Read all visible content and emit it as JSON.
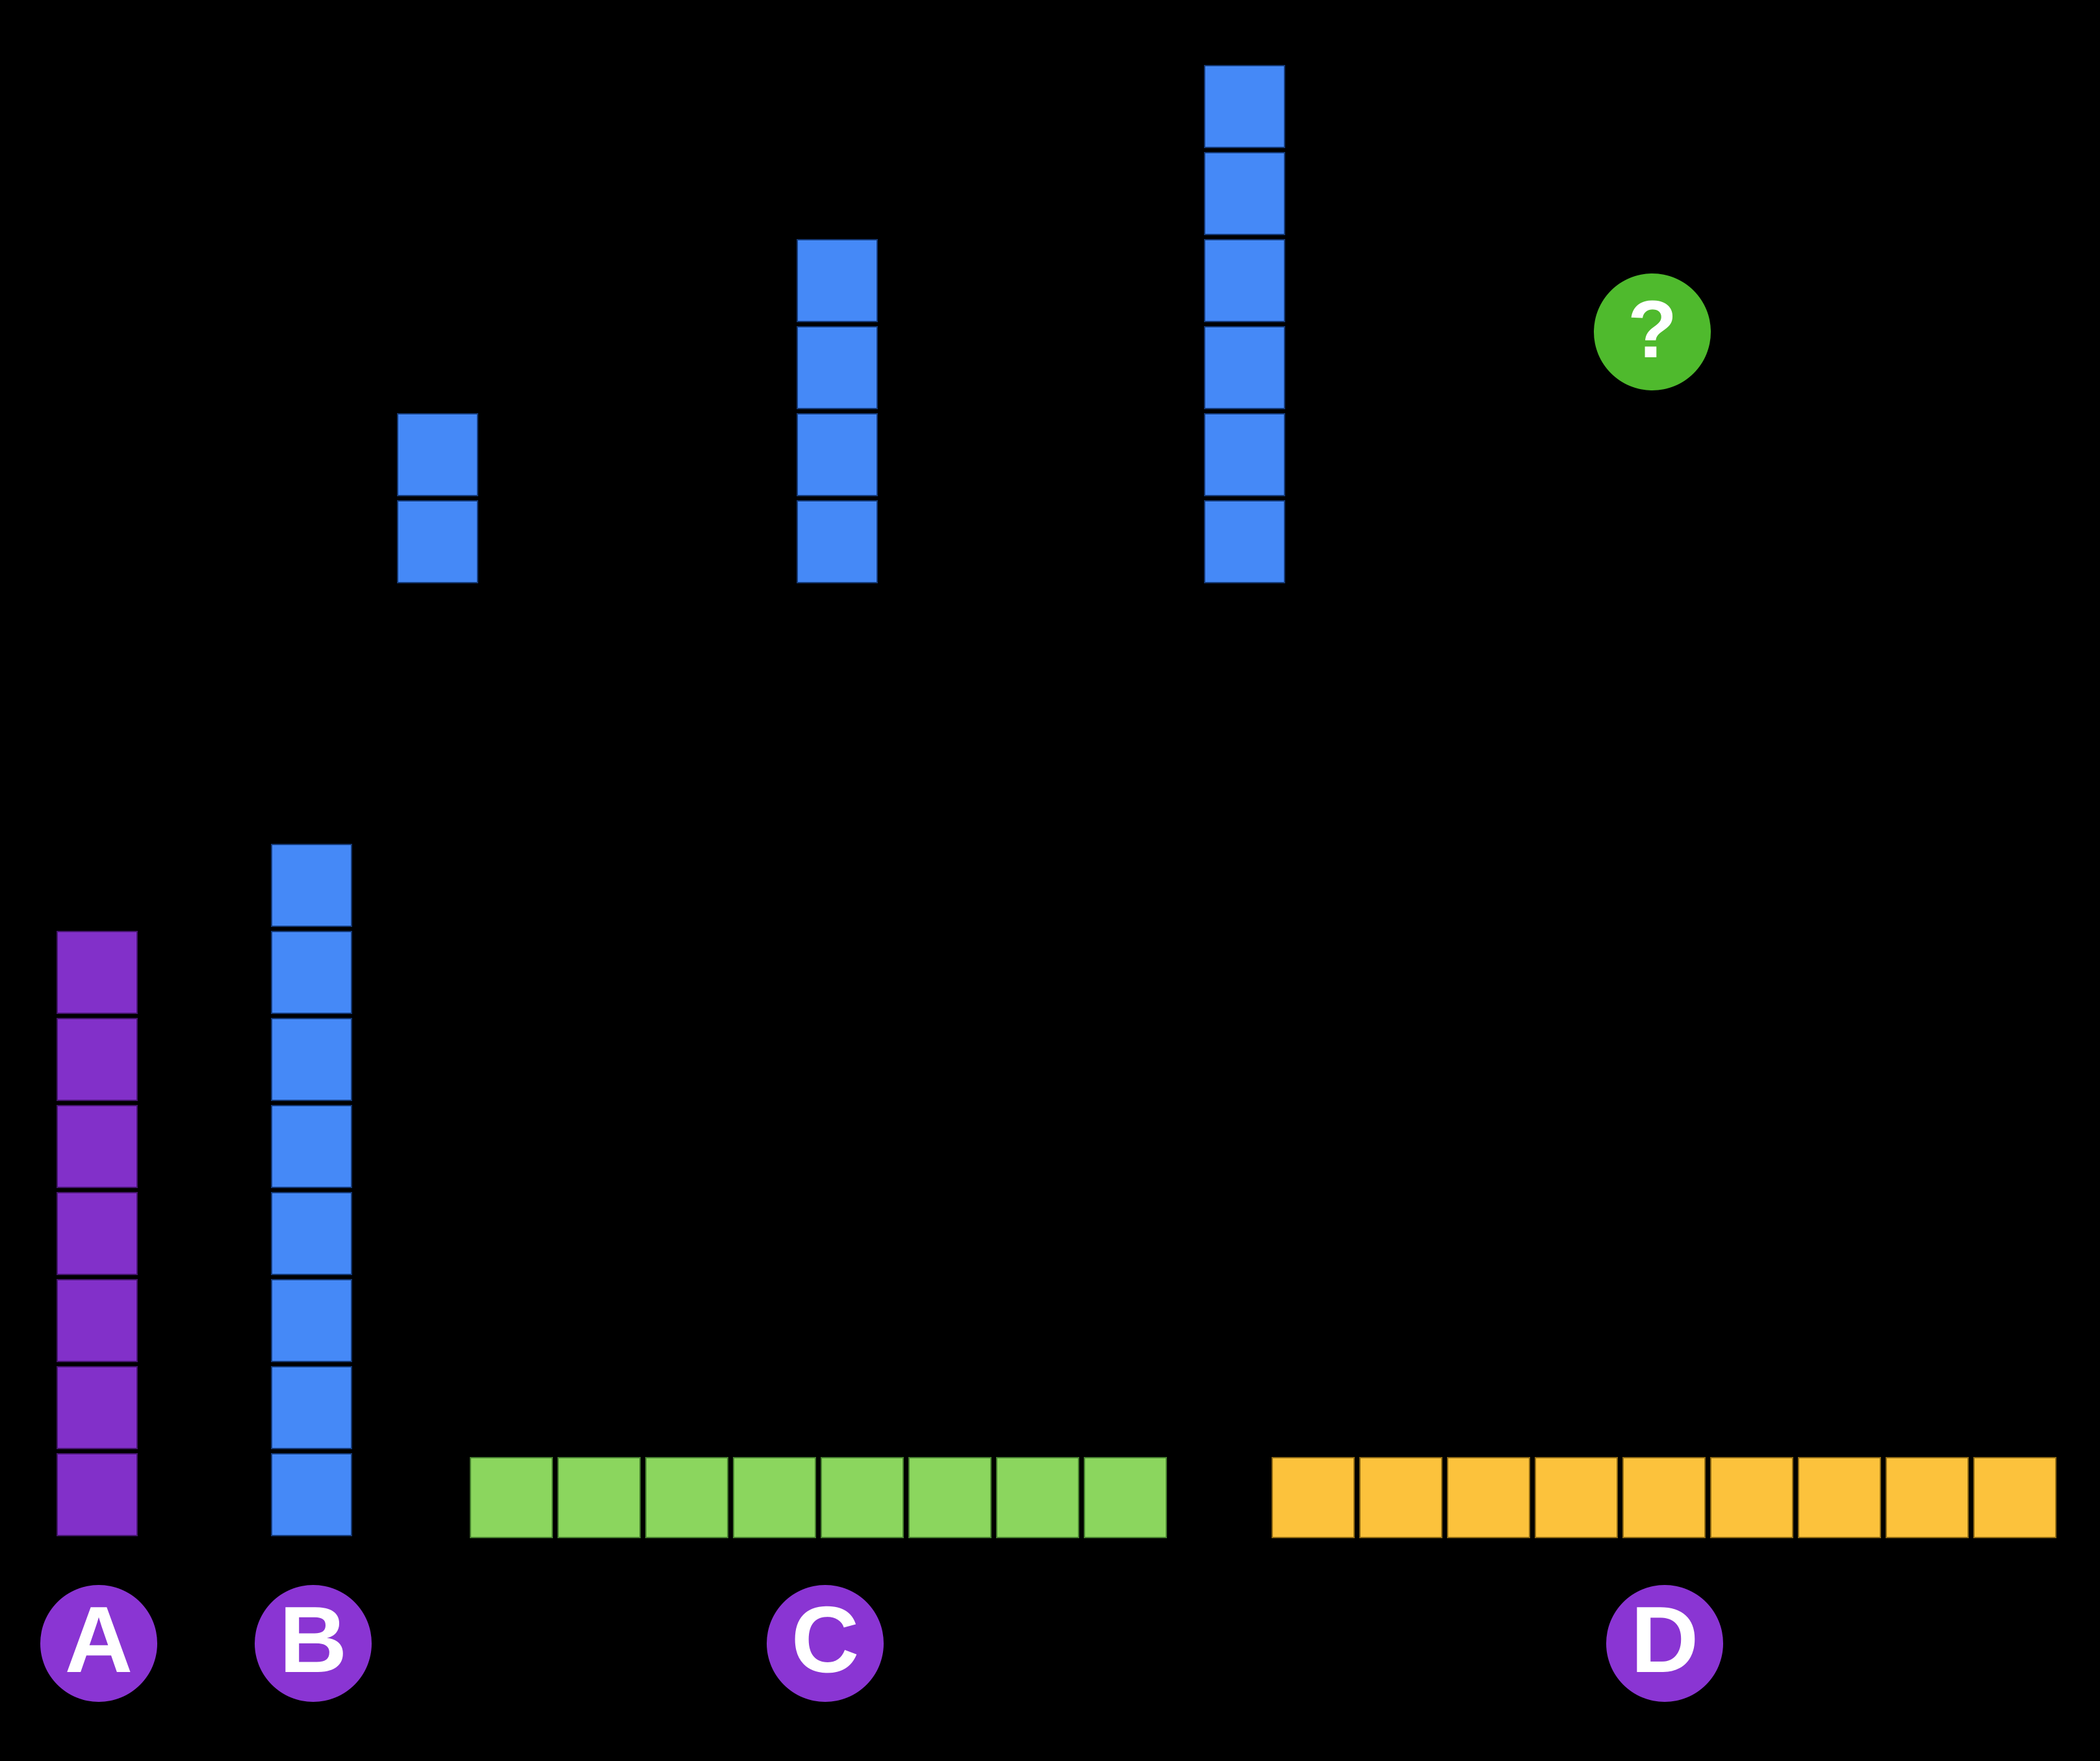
{
  "background_color": "#000000",
  "colors": {
    "blue_block": "#4589F7",
    "purple_block": "#8230C9",
    "green_block": "#8BD65E",
    "orange_block": "#FCC23C",
    "question_circle": "#4FBA2D",
    "label_badge": "#8A35D3",
    "text": "#FFFFFF"
  },
  "sequence": {
    "terms": [
      {
        "count": 2,
        "color": "blue"
      },
      {
        "count": 4,
        "color": "blue"
      },
      {
        "count": 6,
        "color": "blue"
      }
    ],
    "unknown_term": {
      "symbol": "?"
    }
  },
  "options": [
    {
      "label": "A",
      "count": 7,
      "color": "purple",
      "orientation": "vertical"
    },
    {
      "label": "B",
      "count": 8,
      "color": "blue",
      "orientation": "vertical"
    },
    {
      "label": "C",
      "count": 8,
      "color": "green",
      "orientation": "horizontal"
    },
    {
      "label": "D",
      "count": 9,
      "color": "orange",
      "orientation": "horizontal"
    }
  ]
}
